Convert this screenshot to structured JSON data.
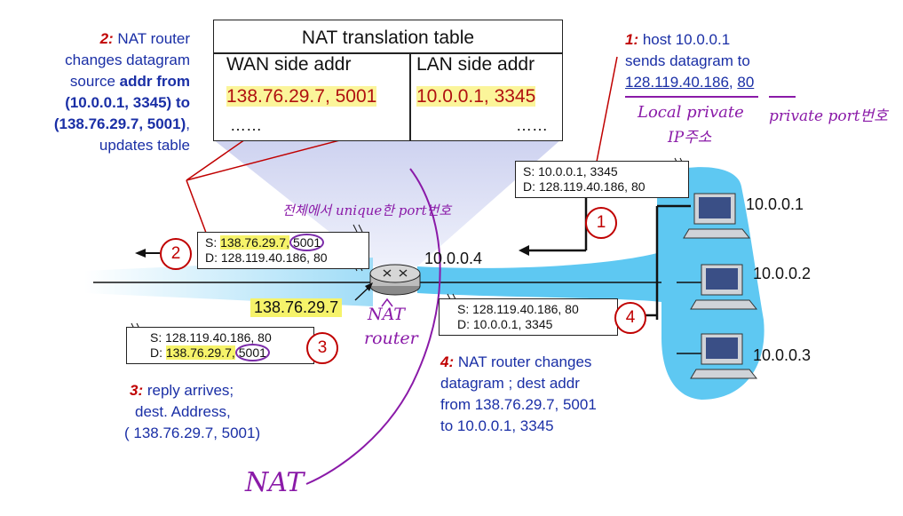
{
  "table": {
    "title": "NAT translation table",
    "wan_header": "WAN side addr",
    "lan_header": "LAN side addr",
    "wan_ip": "138.76.29.7",
    "wan_port": "5001",
    "lan_ip": "10.0.0.1",
    "lan_port": "3345",
    "dots_left": "……",
    "dots_right": "……"
  },
  "step1": {
    "num": "1:",
    "line1": " host 10.0.0.1",
    "line2": "sends datagram to",
    "addr": "128.119.40.186",
    "sep": ", ",
    "port": "80"
  },
  "step2": {
    "num": "2:",
    "line1a": " NAT router",
    "line2": "changes datagram",
    "line3a": "source ",
    "line3b": "addr from",
    "line4": "(10.0.0.1, 3345) to",
    "line5": "(138.76.29.7, 5001)",
    "line5b": ",",
    "line6": "updates table"
  },
  "step3": {
    "num": "3:",
    "line1": " reply arrives;",
    "line2": "dest. Address,",
    "line3": "( 138.76.29.7, 5001)"
  },
  "step4": {
    "num": "4:",
    "line1": " NAT router changes",
    "line2": "datagram ; dest addr",
    "line3": "from 138.76.29.7, 5001",
    "line4": "to 10.0.0.1, 3345"
  },
  "packets": {
    "p1": {
      "s": "S: 10.0.0.1, 3345",
      "d": "D: 128.119.40.186, 80"
    },
    "p2": {
      "s_pre": "S: ",
      "s_ip": "138.76.29.7,",
      "s_port": "5001",
      "d": "D: 128.119.40.186, 80"
    },
    "p3": {
      "s": "S: 128.119.40.186, 80",
      "d_pre": "D: ",
      "d_ip": "138.76.29.7,",
      "d_port": "5001"
    },
    "p4": {
      "s": "S: 128.119.40.186, 80",
      "d": "D: 10.0.0.1, 3345"
    }
  },
  "circles": [
    "1",
    "2",
    "3",
    "4"
  ],
  "labels": {
    "router_lan_ip": "10.0.0.4",
    "router_wan_ip": "138.76.29.7",
    "host1": "10.0.0.1",
    "host2": "10.0.0.2",
    "host3": "10.0.0.3"
  },
  "handwriting": {
    "local_private": "Local private",
    "private_port": "private port번호",
    "ip_addr": "IP주소",
    "random_port": "전체에서 unique한 port번호",
    "nat_router_1": "NAT",
    "nat_router_2": "router",
    "nat_bottom": "NAT"
  },
  "colors": {
    "lan_blue": "#5ec8f2",
    "highlight": "#f6f36a",
    "step_red": "#c00000",
    "text_blue": "#1a2fa6",
    "ink_purple": "#8a1aa8"
  }
}
